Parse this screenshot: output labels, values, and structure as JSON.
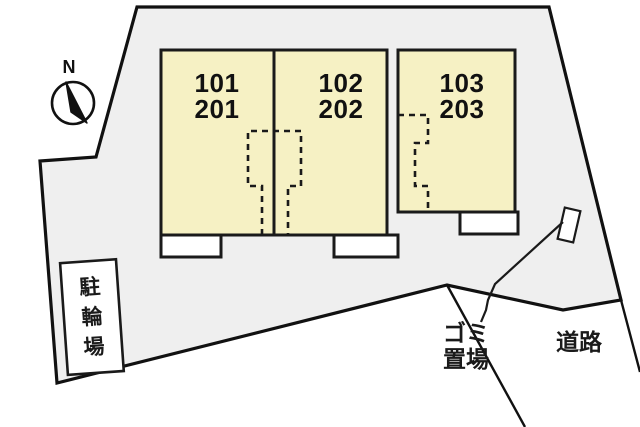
{
  "diagram": {
    "title": "Apartment site plan",
    "type": "site-plan",
    "colors": {
      "plot_fill": "#efefef",
      "plot_stroke": "#111111",
      "building_fill": "#f6f1c4",
      "building_stroke": "#1a1a1a",
      "balcony_fill": "#ffffff",
      "background": "#ffffff",
      "text": "#111111"
    }
  },
  "compass": {
    "north_letter": "N"
  },
  "building": {
    "units": [
      {
        "id": "unit-101-201",
        "line1": "101",
        "line2": "201"
      },
      {
        "id": "unit-102-202",
        "line1": "102",
        "line2": "202"
      },
      {
        "id": "unit-103-203",
        "line1": "103",
        "line2": "203"
      }
    ]
  },
  "annotations": {
    "bicycle_parking": {
      "chars": [
        "駐",
        "輪",
        "場"
      ],
      "text": "駐輪場"
    },
    "garbage_area": {
      "line1": "ゴミ",
      "line2": "置場",
      "text": "ゴミ置場"
    },
    "road": {
      "text": "道路"
    }
  }
}
